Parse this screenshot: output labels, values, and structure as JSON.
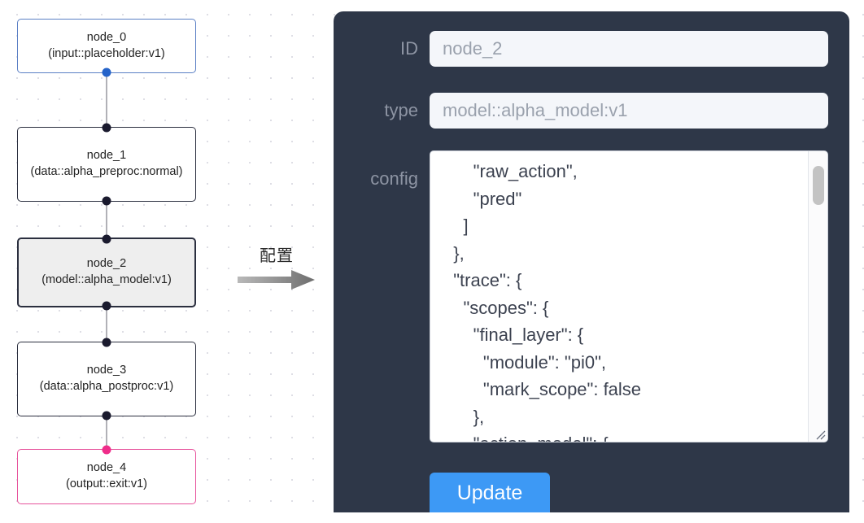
{
  "canvas": {
    "nodes": [
      {
        "id": "node_0",
        "title": "node_0",
        "subtitle": "(input::placeholder:v1)",
        "kind": "input"
      },
      {
        "id": "node_1",
        "title": "node_1",
        "subtitle": "(data::alpha_preproc:normal)",
        "kind": "default"
      },
      {
        "id": "node_2",
        "title": "node_2",
        "subtitle": "(model::alpha_model:v1)",
        "kind": "selected"
      },
      {
        "id": "node_3",
        "title": "node_3",
        "subtitle": "(data::alpha_postproc:v1)",
        "kind": "default"
      },
      {
        "id": "node_4",
        "title": "node_4",
        "subtitle": "(output::exit:v1)",
        "kind": "output"
      }
    ],
    "colors": {
      "input_border": "#5a7fc4",
      "output_border": "#e7539c",
      "default_border": "#2b2f3f",
      "selected_fill": "#eeeeee",
      "edge": "#b1b1b7",
      "handle": "#1a1a2e",
      "handle_input": "#2563c9",
      "handle_output": "#ef2d8a"
    }
  },
  "transition": {
    "label": "配置",
    "arrow_icon": "right-arrow-icon",
    "arrow_color": "#8a8a8a"
  },
  "panel": {
    "background": "#2e3748",
    "fields": {
      "id": {
        "label": "ID",
        "value": "node_2",
        "placeholder": "node_2"
      },
      "type": {
        "label": "type",
        "value": "model::alpha_model:v1",
        "placeholder": "model::alpha_model:v1"
      },
      "config": {
        "label": "config",
        "value": "      \"raw_action\",\n      \"pred\"\n    ]\n  },\n  \"trace\": {\n    \"scopes\": {\n      \"final_layer\": {\n        \"module\": \"pi0\",\n        \"mark_scope\": false\n      },\n      \"action_model\": {"
      }
    },
    "update_button": {
      "label": "Update",
      "color": "#3d99f5"
    },
    "scrollbar": {
      "icon": "vertical-scrollbar",
      "thumb_color": "#c3c3c3"
    },
    "resize_handle_icon": "resize-grip-icon"
  }
}
